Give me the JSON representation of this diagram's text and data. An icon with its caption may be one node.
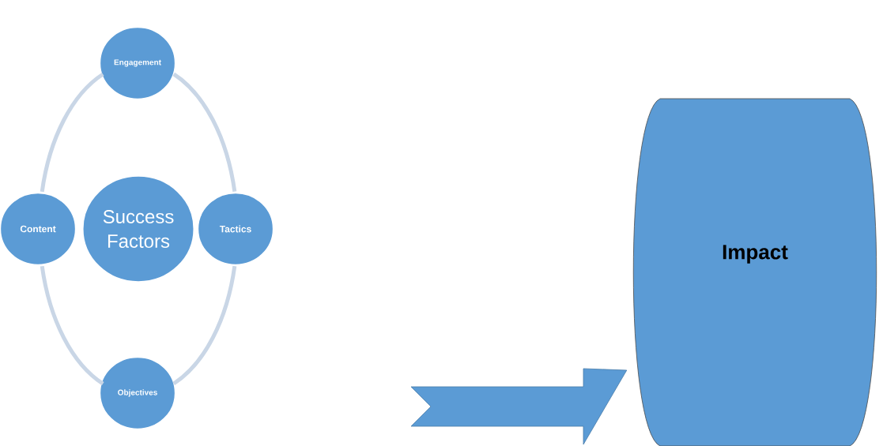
{
  "diagram": {
    "nodes": [
      {
        "text": [
          "Success Factors"
        ]
      },
      {
        "text": [
          "Engagement"
        ]
      },
      {
        "text": [
          "Tactics"
        ]
      },
      {
        "text": [
          "Objectives"
        ]
      },
      {
        "text": [
          "Content"
        ]
      },
      {
        "text": [
          "Impact"
        ]
      }
    ],
    "edges": [
      {
        "from": 1,
        "to": 2,
        "arrow": "none"
      },
      {
        "from": 2,
        "to": 3,
        "arrow": "none"
      },
      {
        "from": 3,
        "to": 4,
        "arrow": "none"
      },
      {
        "from": 4,
        "to": 1,
        "arrow": "none"
      },
      {
        "from": null,
        "to": 5,
        "arrow": "to"
      }
    ]
  }
}
